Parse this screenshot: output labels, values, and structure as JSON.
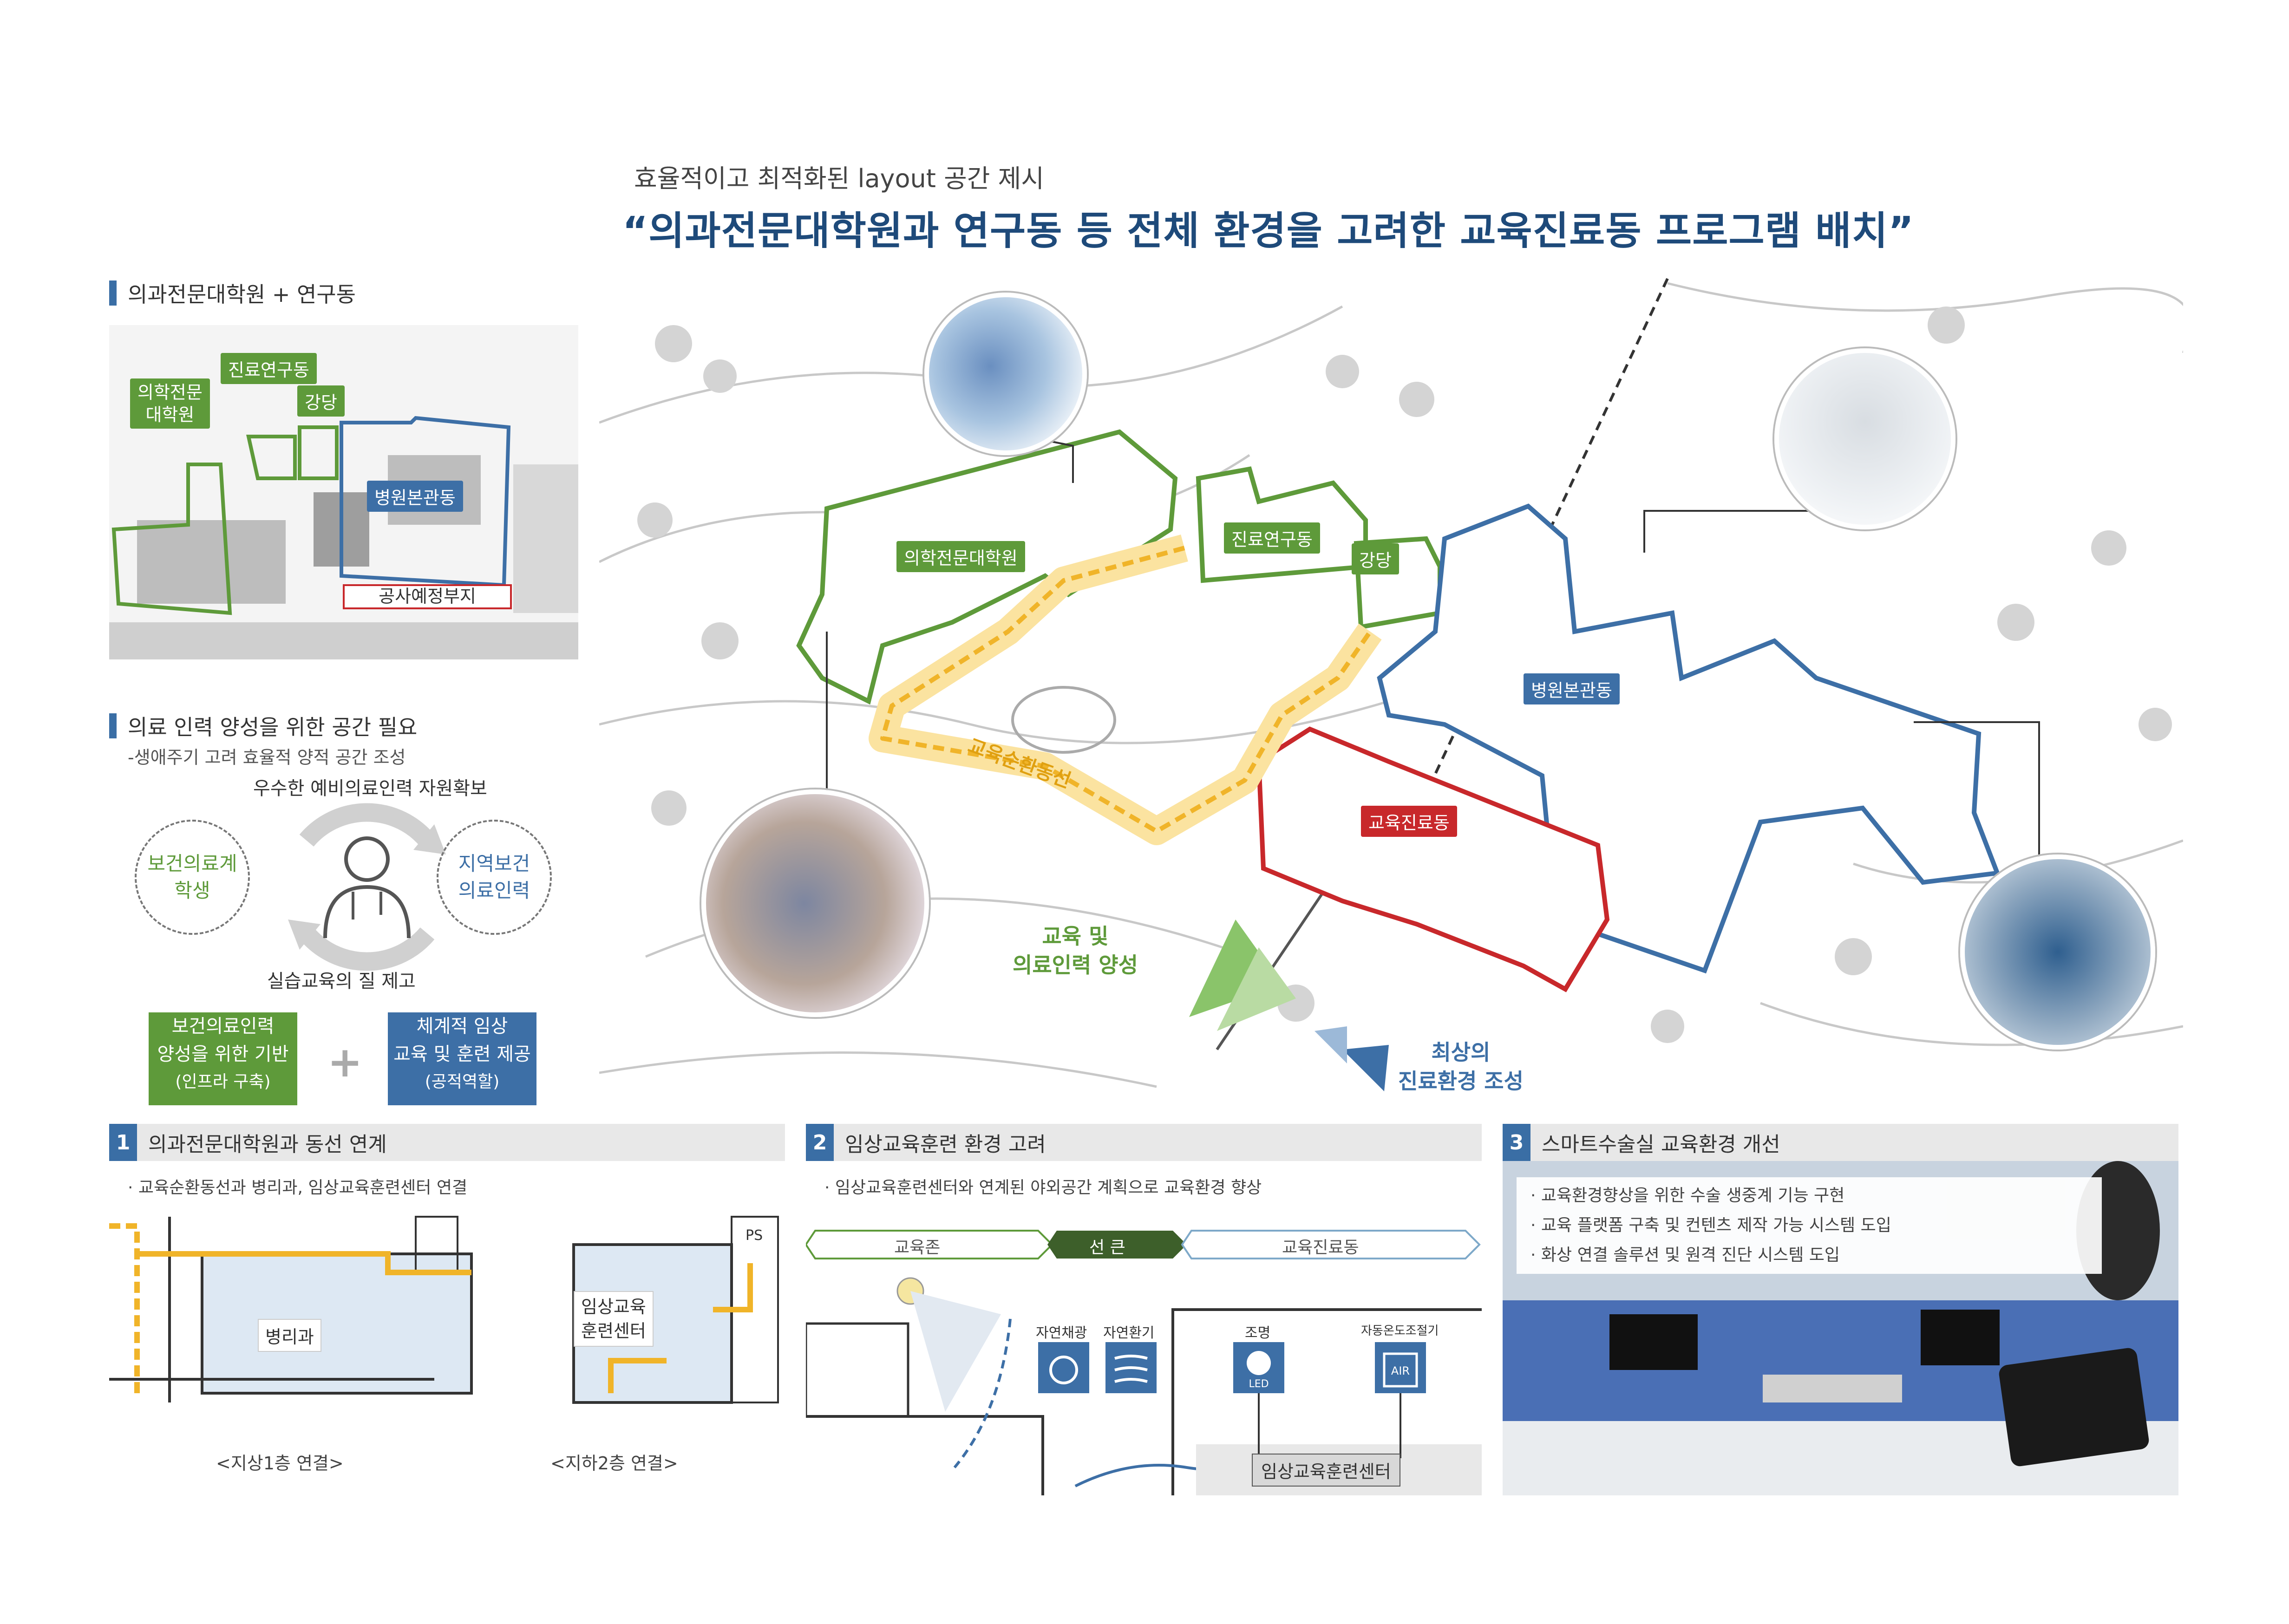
{
  "header": {
    "subtitle": "효율적이고 최적화된 layout 공간 제시",
    "title": "“의과전문대학원과 연구동 등 전체 환경을 고려한 교육진료동 프로그램 배치”"
  },
  "left": {
    "section1_title": "의과전문대학원 + 연구동",
    "map_labels": {
      "med_school": "의학전문\n대학원",
      "research": "진료연구동",
      "auditorium": "강당",
      "main_hospital": "병원본관동",
      "construction": "공사예정부지"
    },
    "section2_title": "의료 인력 양성을 위한 공간 필요",
    "section2_note": "-생애주기 고려 효율적 양적 공간 조성",
    "cycle_top": "우수한 예비의료인력 자원확보",
    "cycle_left": "보건의료계\n학생",
    "cycle_right": "지역보건\n의료인력",
    "cycle_bottom": "실습교육의 질 제고",
    "box_green": [
      "보건의료인력",
      "양성을 위한 기반",
      "(인프라 구축)"
    ],
    "box_blue": [
      "체계적 임상",
      "교육 및 훈련 제공",
      "(공적역할)"
    ],
    "plus": "+"
  },
  "aerial": {
    "labels": {
      "med_school": "의학전문대학원",
      "research": "진료연구동",
      "auditorium": "강당",
      "main_hospital": "병원본관동",
      "education_building": "교육진료동",
      "circulation": "교육순환동선"
    },
    "green_caption": "교육 및\n의료인력 양성",
    "blue_caption": "최상의\n진료환경 조성"
  },
  "panels": [
    {
      "num": "1",
      "title": "의과전문대학원과 동선 연계",
      "bullet": "· 교육순환동선과 병리과, 임상교육훈련센터 연결",
      "plan_a_label": "병리과",
      "plan_b_label": "임상교육\n훈련센터",
      "caption_a": "<지상1층 연결>",
      "caption_b": "<지하2층 연결>",
      "ps_label": "PS"
    },
    {
      "num": "2",
      "title": "임상교육훈련 환경 고려",
      "bullet": "· 임상교육훈련센터와 연계된 야외공간 계획으로 교육환경 향상",
      "zones": [
        "교육존",
        "선 큰",
        "교육진료동"
      ],
      "icons": [
        "자연채광",
        "자연환기",
        "조명",
        "자동온도조절기"
      ],
      "icon_texts": {
        "led": "LED",
        "air": "AIR"
      },
      "center_label": "임상교육훈련센터"
    },
    {
      "num": "3",
      "title": "스마트수술실 교육환경 개선",
      "bullets": [
        "· 교육환경향상을 위한 수술 생중계 기능 구현",
        "· 교육 플랫폼 구축 및 컨텐츠 제작 가능 시스템 도입",
        "· 화상 연결 솔루션 및 원격 진단 시스템 도입"
      ]
    }
  ],
  "colors": {
    "green": "#5e9a3a",
    "blue": "#3d6fa6",
    "red": "#c8282b",
    "orange": "#f0b429",
    "title_blue": "#1e4a7a"
  }
}
